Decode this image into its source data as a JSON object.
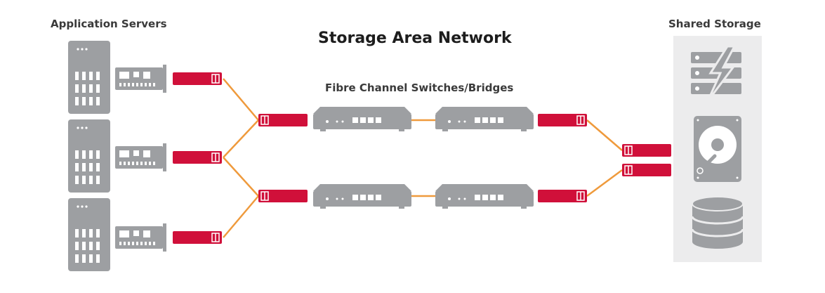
{
  "title": "Storage Area Network",
  "left_label": "Application Servers",
  "middle_label": "Fibre Channel Switches/Bridges",
  "right_label": "Shared Storage",
  "colors": {
    "link": "#ef9a3c",
    "connector": "#d0103a",
    "device": "#9d9fa2",
    "storage_panel": "#ececed"
  },
  "icons": [
    "server-icon",
    "hba-card-icon",
    "fc-connector-icon",
    "fc-switch-icon",
    "storage-array-icon",
    "hard-disk-icon",
    "database-icon"
  ]
}
